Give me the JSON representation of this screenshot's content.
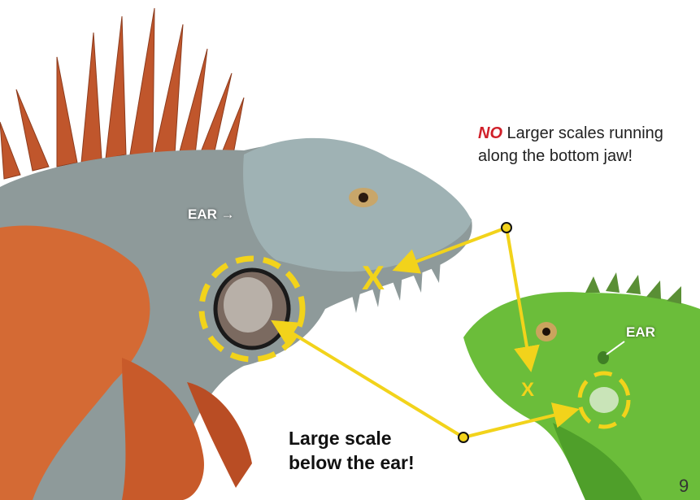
{
  "annotations": {
    "no_prefix": "NO",
    "no_text": " Larger scales running along the bottom jaw!",
    "caption_line1": "Large scale",
    "caption_line2": "below the ear!",
    "ear_label_large": "EAR →",
    "ear_label_small": "EAR",
    "x_mark_large": "X",
    "x_mark_small": "X",
    "page_number": "9"
  },
  "colors": {
    "accent_yellow": "#f2d31b",
    "no_red": "#d0202a"
  }
}
